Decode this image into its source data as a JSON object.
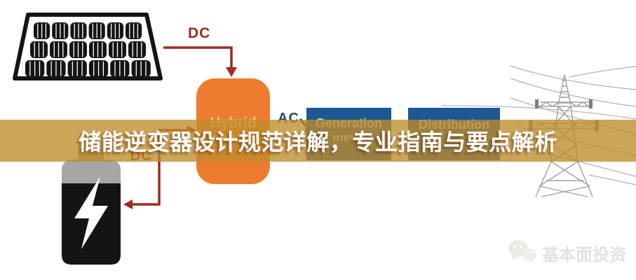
{
  "banner": {
    "title": "储能逆变器设计规范详解，专业指南与要点解析"
  },
  "diagram": {
    "solar_dc_label": "DC",
    "battery_dc_label": "DC",
    "ac_label": "AC",
    "inverter": {
      "line1": "Hybrid",
      "line2": "inverter"
    },
    "generation": {
      "line1": "Generation",
      "line2": "meter"
    },
    "distribution": {
      "line1": "Distribution"
    },
    "icons": [
      "solar-panel-icon",
      "battery-icon",
      "lightning-bolt-icon",
      "transmission-tower-icon",
      "power-lines",
      "wechat-icon"
    ],
    "colors": {
      "inverter_orange": "#ED7C30",
      "meter_blue": "#1B5894",
      "dc_red": "#9E2B1E",
      "ac_navy": "#27476E",
      "banner_gold": "#CFA952",
      "title_white": "#FFFFFF"
    }
  },
  "watermark": {
    "label": "基本面投资"
  }
}
